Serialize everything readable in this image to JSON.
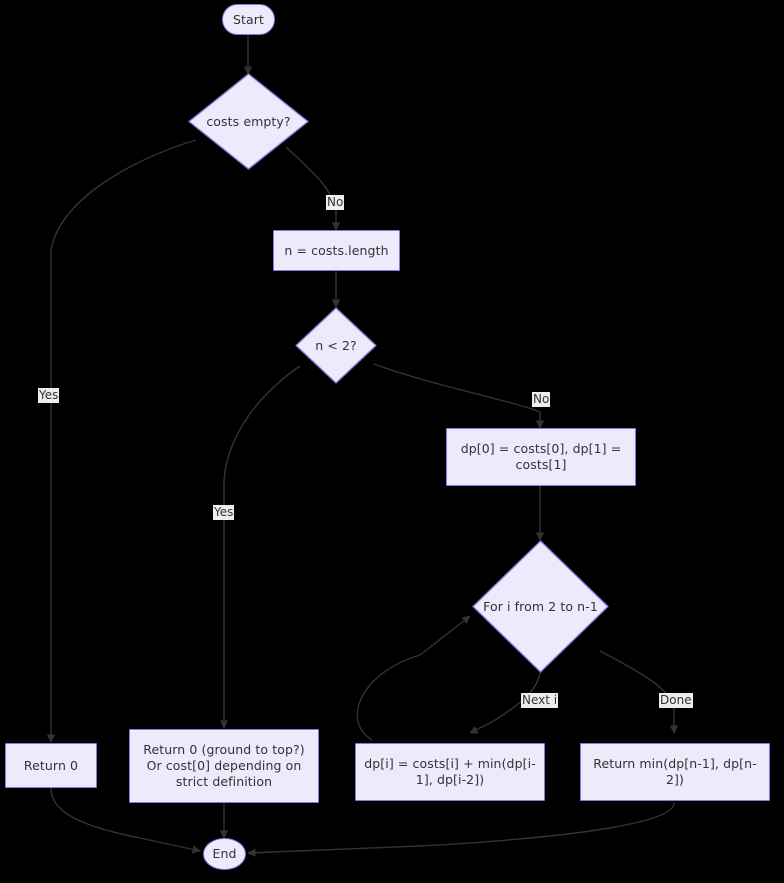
{
  "diagram": {
    "type": "flowchart",
    "title": "Min Cost Climbing Stairs flowchart",
    "background_color": "#000000",
    "node_fill_color": "#ECEAFB",
    "node_border_color": "#9370DB",
    "edge_color": "#333333",
    "text_color": "#333333",
    "edge_label_background": "#EDEDED",
    "nodes": [
      {
        "id": "start",
        "shape": "stadium",
        "label": "Start"
      },
      {
        "id": "costs_empty",
        "shape": "diamond",
        "label": "costs empty?"
      },
      {
        "id": "n_length",
        "shape": "rect",
        "label": "n = costs.length"
      },
      {
        "id": "n_lt_2",
        "shape": "diamond",
        "label": "n < 2?"
      },
      {
        "id": "dp_init",
        "shape": "rect",
        "label": "dp[0] = costs[0], dp[1] = costs[1]"
      },
      {
        "id": "loop",
        "shape": "diamond",
        "label": "For i from 2 to n-1"
      },
      {
        "id": "return0",
        "shape": "rect",
        "label": "Return 0"
      },
      {
        "id": "return0_note",
        "shape": "rect",
        "label": "Return 0 (ground to top?) Or cost[0] depending on strict definition"
      },
      {
        "id": "dp_i",
        "shape": "rect",
        "label": "dp[i] = costs[i] + min(dp[i-1], dp[i-2])"
      },
      {
        "id": "return_min",
        "shape": "rect",
        "label": "Return min(dp[n-1], dp[n-2])"
      },
      {
        "id": "end",
        "shape": "ellipse",
        "label": "End"
      }
    ],
    "edges": [
      {
        "from": "start",
        "to": "costs_empty",
        "label": ""
      },
      {
        "from": "costs_empty",
        "to": "return0",
        "label": "Yes"
      },
      {
        "from": "costs_empty",
        "to": "n_length",
        "label": "No"
      },
      {
        "from": "n_length",
        "to": "n_lt_2",
        "label": ""
      },
      {
        "from": "n_lt_2",
        "to": "return0_note",
        "label": "Yes"
      },
      {
        "from": "n_lt_2",
        "to": "dp_init",
        "label": "No"
      },
      {
        "from": "dp_init",
        "to": "loop",
        "label": ""
      },
      {
        "from": "loop",
        "to": "dp_i",
        "label": "Next i"
      },
      {
        "from": "loop",
        "to": "return_min",
        "label": "Done"
      },
      {
        "from": "dp_i",
        "to": "loop",
        "label": ""
      },
      {
        "from": "return0",
        "to": "end",
        "label": ""
      },
      {
        "from": "return0_note",
        "to": "end",
        "label": ""
      },
      {
        "from": "return_min",
        "to": "end",
        "label": ""
      }
    ],
    "labels": {
      "start": "Start",
      "costs_empty": "costs empty?",
      "n_length": "n = costs.length",
      "n_lt_2": "n < 2?",
      "dp_init": "dp[0] = costs[0], dp[1] = costs[1]",
      "loop": "For i from 2 to n-1",
      "return0": "Return 0",
      "return0_note_line1": "Return 0 (ground to top?)",
      "return0_note_line2": "Or cost[0] depending on",
      "return0_note_line3": "strict definition",
      "dp_i": "dp[i] = costs[i] + min(dp[i-1], dp[i-2])",
      "return_min": "Return min(dp[n-1], dp[n-2])",
      "end": "End"
    },
    "edge_labels": {
      "costs_empty_yes": "Yes",
      "costs_empty_no": "No",
      "n_lt_2_yes": "Yes",
      "n_lt_2_no": "No",
      "loop_next": "Next i",
      "loop_done": "Done"
    }
  }
}
